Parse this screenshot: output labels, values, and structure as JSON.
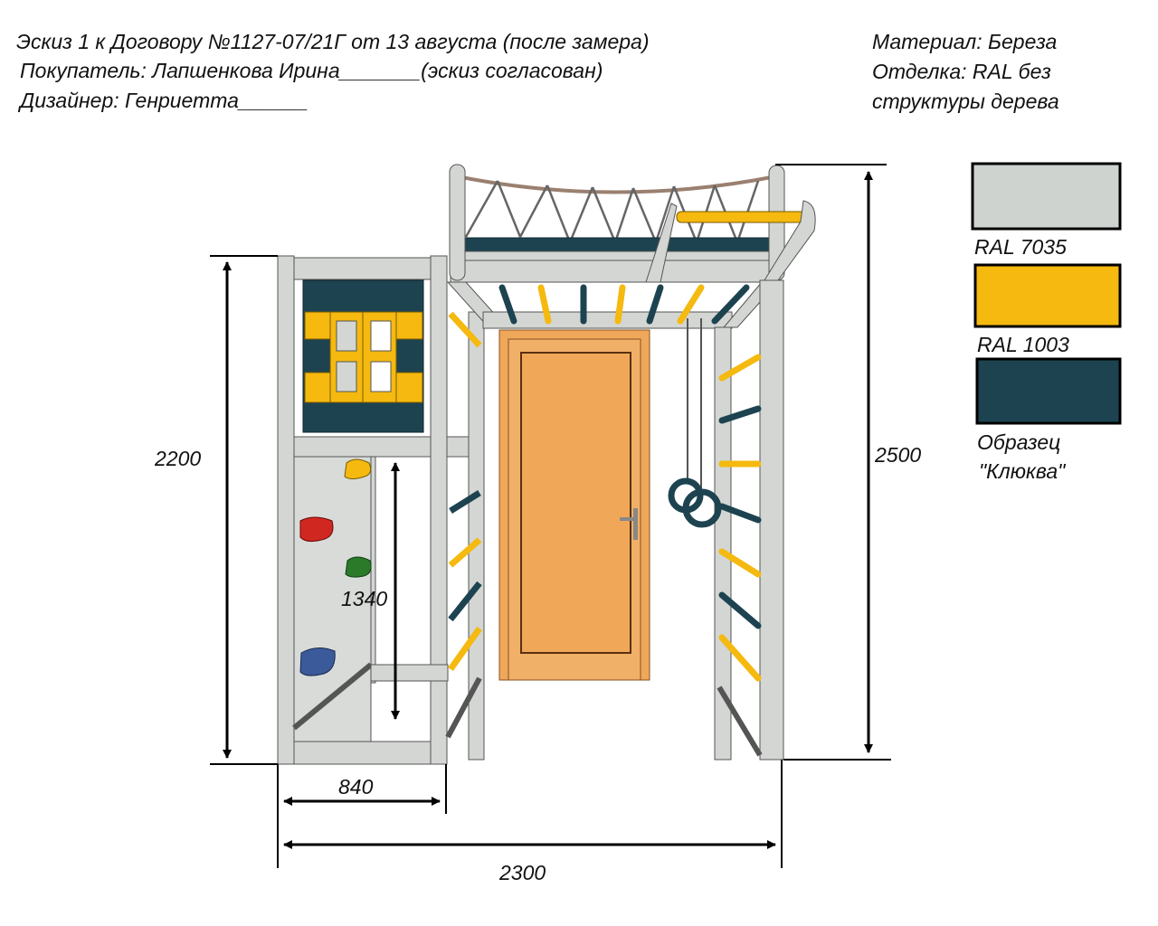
{
  "header": {
    "line1": "Эскиз 1 к Договору №1127-07/21Г от 13 августа (после замера)",
    "line2": "Покупатель: Лапшенкова Ирина_______(эскиз согласован)",
    "line3": "Дизайнер: Генриетта______"
  },
  "material": {
    "line1": "Материал: Береза",
    "line2": "Отделка: RAL без",
    "line3": "структуры дерева"
  },
  "swatches": [
    {
      "label": "RAL 7035",
      "color": "#cfd3d0"
    },
    {
      "label": "RAL 1003",
      "color": "#f5b90f"
    },
    {
      "label_line1": "Образец",
      "label_line2": "\"Клюква\"",
      "color": "#1d4350"
    }
  ],
  "dimensions": {
    "left_height": "2200",
    "right_height": "2500",
    "inner_height": "1340",
    "tower_width": "840",
    "total_width": "2300"
  }
}
